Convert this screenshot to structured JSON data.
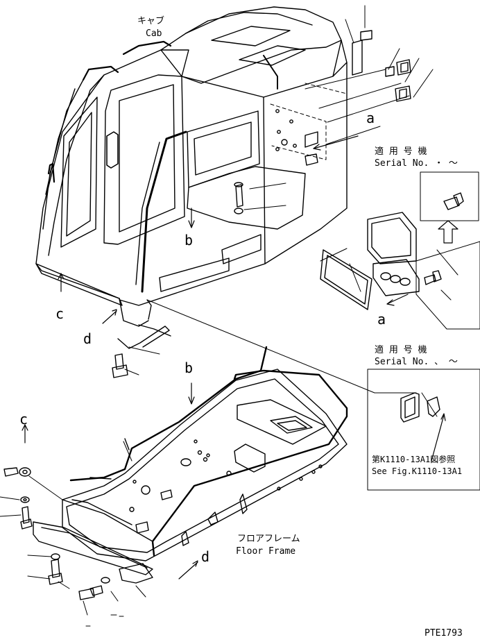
{
  "cab": {
    "jp": "キャブ",
    "en": "Cab"
  },
  "floor_frame": {
    "jp": "フロアフレーム",
    "en": "Floor Frame"
  },
  "serial_box_top": {
    "jp": "適 用 号 機",
    "en": "Serial No.  ・ ～"
  },
  "serial_box_bottom": {
    "jp": "適 用 号 機",
    "en": "Serial No.  、 ～"
  },
  "reference": {
    "jp": "第K1110-13A1図参照",
    "en": "See Fig.K1110-13A1"
  },
  "callouts": {
    "a1": "a",
    "a2": "a",
    "b1": "b",
    "b2": "b",
    "c1": "c",
    "c2": "c",
    "d1": "d",
    "d2": "d"
  },
  "drawing_code": "PTE1793",
  "colors": {
    "ink": "#000000",
    "paper": "#ffffff"
  }
}
